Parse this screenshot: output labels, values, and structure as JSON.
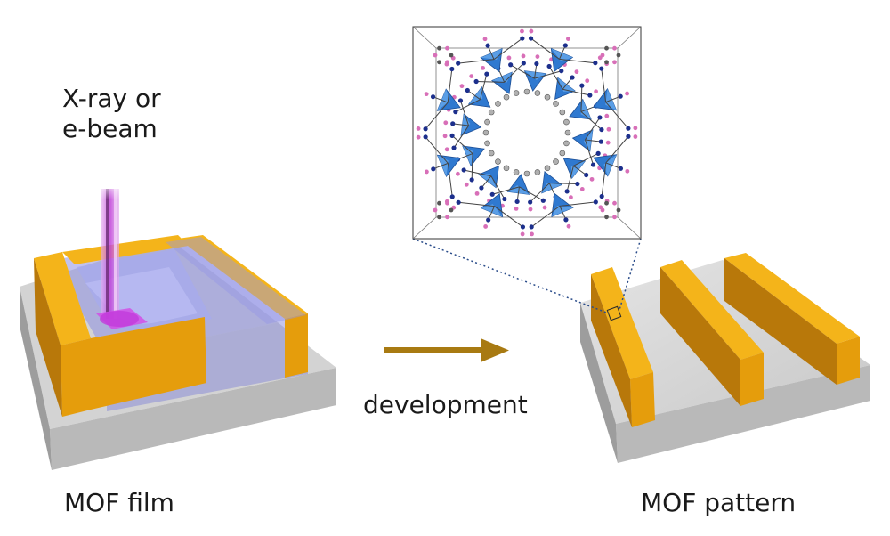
{
  "labels": {
    "source_line1": "X-ray or",
    "source_line2": "e-beam",
    "film": "MOF film",
    "pattern": "MOF pattern",
    "step": "development"
  },
  "colors": {
    "substrate_top": "#d6d6d6",
    "substrate_front": "#b8b8b8",
    "substrate_side": "#9c9c9c",
    "mof_front": "#e8a00c",
    "mof_top": "#f6b818",
    "mof_side": "#b8780a",
    "resist_film": "#8d8fe0",
    "beam": "#c040d8",
    "arrow": "#a87a12",
    "tetrahedron": "#2f79d0",
    "nitrogen": "#1c2f8c",
    "ligand_end": "#d86fb8",
    "carbon": "#555555"
  },
  "icons": {
    "beam": "x-ray-beam-icon",
    "arrow": "process-arrow-icon",
    "crystal": "mof-crystal-structure-icon"
  }
}
